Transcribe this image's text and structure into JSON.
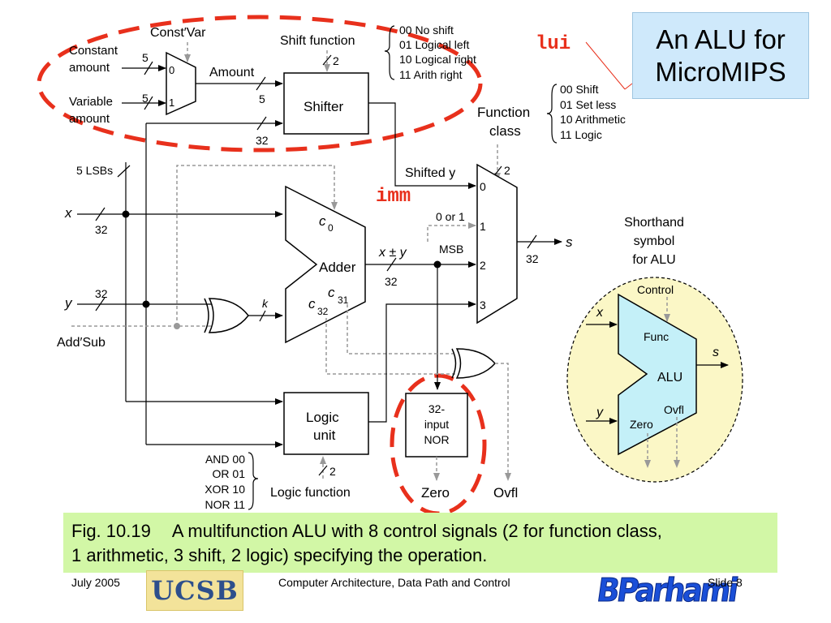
{
  "slide": {
    "title_line1": "An ALU for",
    "title_line2": "MicroMIPS",
    "caption_fig": "Fig. 10.19",
    "caption_text1": "A multifunction ALU with 8 control signals (2 for function class,",
    "caption_text2": "1 arithmetic, 3 shift, 2 logic) specifying the operation.",
    "footer_date": "July 2005",
    "footer_center": "Computer Architecture, Data Path and Control",
    "footer_slide": "Slide 8",
    "logo_ucsb": "UCSB",
    "logo_author": "BParhami"
  },
  "annotations": {
    "lui": "lui",
    "imm": "imm"
  },
  "shift_section": {
    "const_var": "Const′Var",
    "constant_amount_1": "Constant",
    "constant_amount_2": "amount",
    "variable_amount_1": "Variable",
    "variable_amount_2": "amount",
    "w5a": "5",
    "w5b": "5",
    "mux_in0": "0",
    "mux_in1": "1",
    "amount": "Amount",
    "amount_w": "5",
    "shift_function": "Shift function",
    "shift_fn_w": "2",
    "shifter": "Shifter",
    "w32_shift": "32",
    "codes": [
      "00  No shift",
      "01  Logical left",
      "10  Logical right",
      "11  Arith right"
    ]
  },
  "function_class": {
    "label1": "Function",
    "label2": "class",
    "width": "2",
    "codes": [
      "00  Shift",
      "01  Set less",
      "10  Arithmetic",
      "11  Logic"
    ]
  },
  "inputs": {
    "lsbs": "5 LSBs",
    "x": "x",
    "x_w": "32",
    "y": "y",
    "y_w": "32",
    "add_sub": "Add′Sub",
    "k": "k"
  },
  "adder": {
    "label": "Adder",
    "c0": "c",
    "c0_sub": "0",
    "c31": "c",
    "c31_sub": "31",
    "c32": "c",
    "c32_sub": "32",
    "sum_label": "x ± y",
    "sum_w": "32",
    "msb": "MSB",
    "zero_or_one": "0 or 1"
  },
  "output_mux": {
    "shifted_y": "Shifted y",
    "in0": "0",
    "in1": "1",
    "in2": "2",
    "in3": "3",
    "s": "s",
    "s_w": "32"
  },
  "logic": {
    "label1": "Logic",
    "label2": "unit",
    "function": "Logic function",
    "width": "2",
    "codes": [
      "AND  00",
      "OR  01",
      "XOR  10",
      "NOR  11"
    ]
  },
  "nor": {
    "l1": "32-",
    "l2": "input",
    "l3": "NOR",
    "zero": "Zero",
    "ovfl": "Ovfl"
  },
  "shorthand": {
    "l1": "Shorthand",
    "l2": "symbol",
    "l3": "for ALU",
    "control": "Control",
    "x": "x",
    "y": "y",
    "s": "s",
    "func": "Func",
    "alu": "ALU",
    "ovfl": "Ovfl",
    "zero": "Zero"
  },
  "colors": {
    "title_bg": "#cfe9fb",
    "caption_bg": "#d2f7a6",
    "highlight_red": "#e8301c",
    "alu_fill": "#c4f0f8",
    "shorthand_bg": "#fbf7c6"
  }
}
